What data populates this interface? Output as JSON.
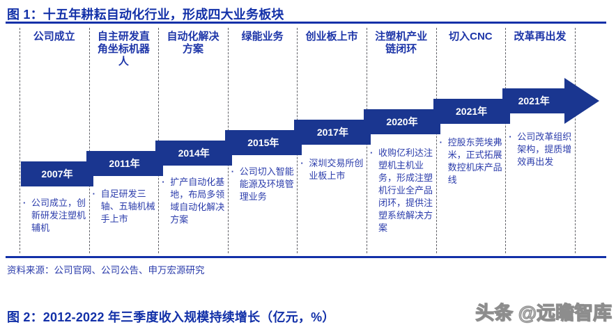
{
  "figure1": {
    "title": "图 1：十五年耕耘自动化行业，形成四大业务板块",
    "source": "资料来源：公司官网、公司公告、申万宏源研究",
    "milestones": [
      {
        "header": "公司成立",
        "year": "2007年",
        "desc": "公司成立，创新研发注塑机辅机"
      },
      {
        "header": "自主研发直角坐标机器人",
        "year": "2011年",
        "desc": "自足研发三轴、五轴机械手上市"
      },
      {
        "header": "自动化解决方案",
        "year": "2014年",
        "desc": "扩产自动化基地，布局多领域自动化解决方案"
      },
      {
        "header": "绿能业务",
        "year": "2015年",
        "desc": "公司切入智能能源及环境管理业务"
      },
      {
        "header": "创业板上市",
        "year": "2017年",
        "desc": "深圳交易所创业板上市"
      },
      {
        "header": "注塑机产业链闭环",
        "year": "2020年",
        "desc": "收购亿利达注塑机主机业务，形成注塑机行业全产品闭环，提供注塑系统解决方案"
      },
      {
        "header": "切入CNC",
        "year": "2021年",
        "desc": "控股东莞埃弗米，正式拓展数控机床产品线"
      },
      {
        "header": "改革再出发",
        "year": "2021年",
        "desc": "公司改革组织架构，提质增效再出发"
      }
    ]
  },
  "figure2": {
    "title": "图 2：2012-2022 年三季度收入规模持续增长（亿元，%）"
  },
  "watermark": "头条 @远瞻智库",
  "colors": {
    "navy_block": "#1A3690",
    "title_blue": "#1230A8",
    "header_blue": "#1D35A8",
    "text_blue": "#2B3CAB",
    "dash_gray": "#606167",
    "watermark_gray": "#8d8d8d"
  }
}
